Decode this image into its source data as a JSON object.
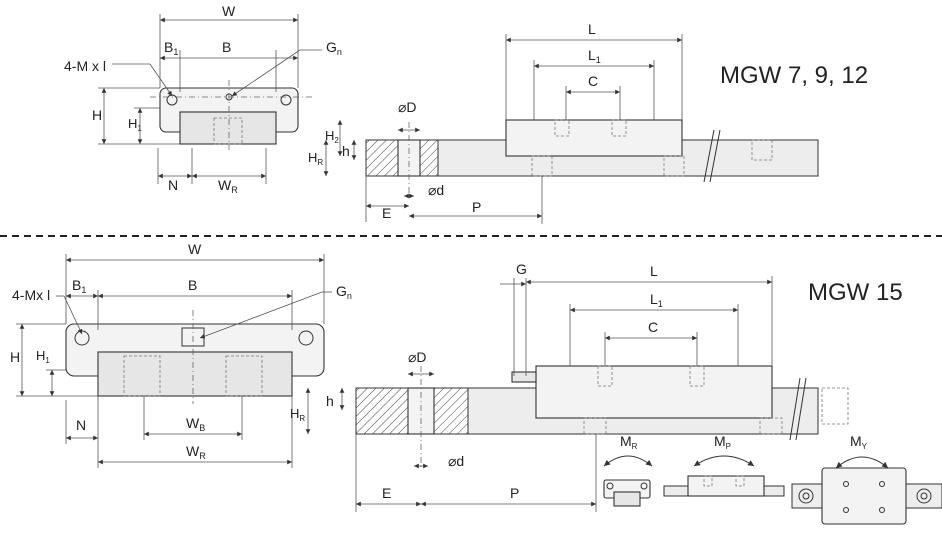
{
  "top": {
    "title": "MGW 7, 9, 12",
    "labels": {
      "W": "W",
      "B1": "B",
      "B1_sub": "1",
      "B": "B",
      "Gn": "G",
      "Gn_sub": "n",
      "M": "4-M x l",
      "H": "H",
      "H1": "H",
      "H1_sub": "1",
      "N": "N",
      "WR": "W",
      "WR_sub": "R",
      "D": "⌀D",
      "H2": "H",
      "H2_sub": "2",
      "h": "h",
      "HR": "H",
      "HR_sub": "R",
      "d": "⌀d",
      "E": "E",
      "P": "P",
      "L": "L",
      "L1": "L",
      "L1_sub": "1",
      "C": "C"
    }
  },
  "bottom": {
    "title": "MGW 15",
    "labels": {
      "W": "W",
      "B1": "B",
      "B1_sub": "1",
      "B": "B",
      "Gn": "G",
      "Gn_sub": "n",
      "M": "4-Mx l",
      "H": "H",
      "H1": "H",
      "H1_sub": "1",
      "N": "N",
      "WB": "W",
      "WB_sub": "B",
      "WR": "W",
      "WR_sub": "R",
      "D": "⌀D",
      "h": "h",
      "HR": "H",
      "HR_sub": "R",
      "d": "⌀d",
      "E": "E",
      "P": "P",
      "G": "G",
      "L": "L",
      "L1": "L",
      "L1_sub": "1",
      "C": "C",
      "MR": "M",
      "MR_sub": "R",
      "MP": "M",
      "MP_sub": "P",
      "MY": "M",
      "MY_sub": "Y"
    }
  }
}
